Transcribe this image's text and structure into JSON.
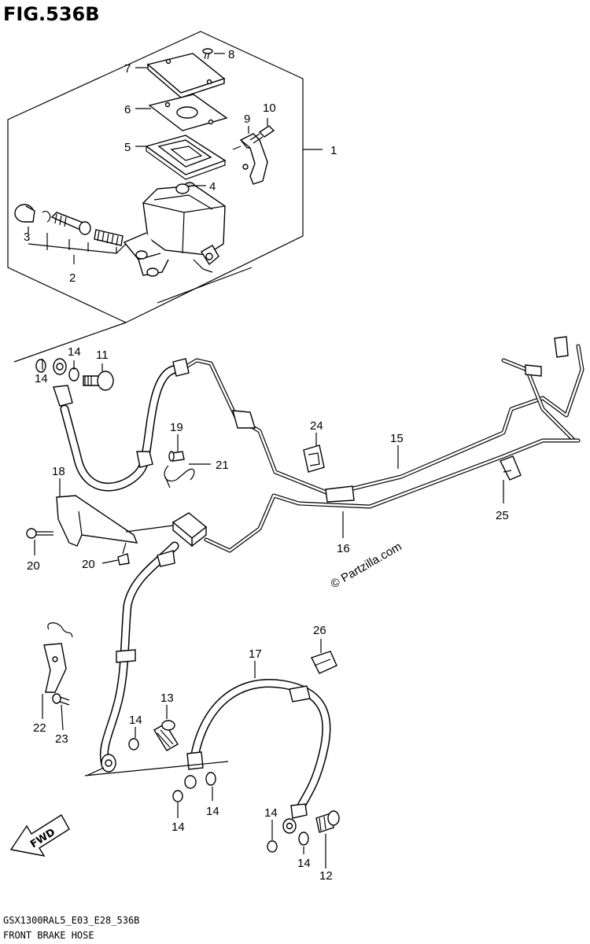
{
  "figure": {
    "title": "FIG.536B",
    "footer_code": "GSX1300RAL5_E03_E28_536B",
    "footer_name": "FRONT BRAKE HOSE",
    "watermark": "© Partzilla.com",
    "fwd_label": "FWD"
  },
  "callouts": {
    "c1": "1",
    "c2": "2",
    "c3": "3",
    "c4": "4",
    "c5": "5",
    "c6": "6",
    "c7": "7",
    "c8": "8",
    "c9": "9",
    "c10": "10",
    "c11": "11",
    "c12": "12",
    "c13": "13",
    "c14a": "14",
    "c14b": "14",
    "c14c": "14",
    "c14d": "14",
    "c14e": "14",
    "c14f": "14",
    "c14g": "14",
    "c15": "15",
    "c16": "16",
    "c17": "17",
    "c18": "18",
    "c19": "19",
    "c20a": "20",
    "c20b": "20",
    "c21": "21",
    "c22": "22",
    "c23": "23",
    "c24": "24",
    "c25": "25",
    "c26": "26"
  }
}
